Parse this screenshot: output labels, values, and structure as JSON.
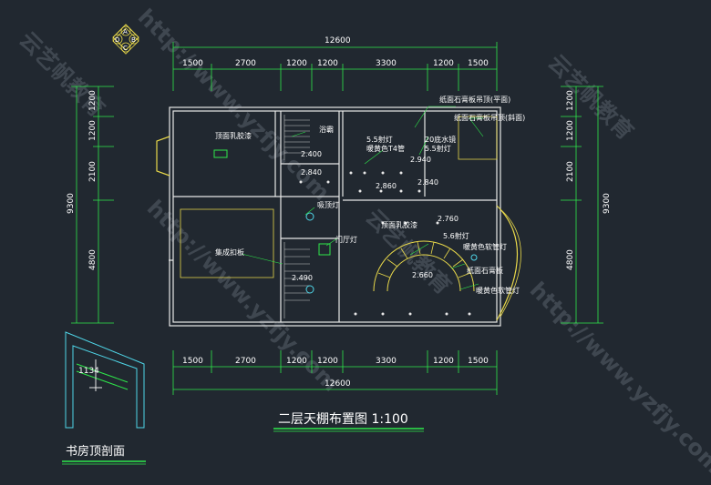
{
  "drawing": {
    "title": "二层天棚布置图 1:100",
    "subtitle": "书房顶剖面",
    "section_dim": "1134",
    "compass_letters": [
      "A",
      "B",
      "C",
      "D"
    ]
  },
  "dimensions": {
    "top_total": "12600",
    "top_segments": [
      "1500",
      "2700",
      "1200",
      "1200",
      "3300",
      "1200",
      "1500"
    ],
    "bottom_total": "12600",
    "bottom_segments": [
      "1500",
      "2700",
      "1200",
      "1200",
      "3300",
      "1200",
      "1500"
    ],
    "left_total": "9300",
    "left_segments": [
      "1200",
      "1200",
      "2100",
      "4800"
    ],
    "right_total": "9300",
    "right_segments": [
      "1200",
      "1200",
      "2100",
      "4800"
    ]
  },
  "labels": {
    "gypsum_flat": "纸面石膏板吊顶(平面)",
    "gypsum_slope": "纸面石膏板吊顶(斜面)",
    "bath": "浴霸",
    "light_55": "5.5射灯",
    "t4_tube": "暖黄色T4管",
    "water_20": "20底水镜",
    "light_55b": "5.5射灯",
    "ceiling_paint_1": "顶面乳胶漆",
    "h_2400": "2.400",
    "h_2940": "2.940",
    "h_2840a": "2.840",
    "h_2860": "2.860",
    "h_2840b": "2.840",
    "ceiling_lamp": "吸顶灯",
    "ceiling_paint_2": "顶面乳胶漆",
    "h_2760": "2.760",
    "aluminum": "集成扣板",
    "glass_lamp": "门厅灯",
    "light_56": "5.6射灯",
    "warm_tube_1": "暖黄色软管灯",
    "h_2660": "2.660",
    "gypsum_board": "纸面石膏板",
    "h_2490": "2.490",
    "warm_tube_2": "暖黄色软管灯"
  },
  "watermarks": [
    "云艺帆教育",
    "http://www.yzfjy.com",
    "云艺帆教育",
    "http://www.yzfjy.com",
    "云艺帆教育",
    "http://www.yzfjy.com"
  ]
}
